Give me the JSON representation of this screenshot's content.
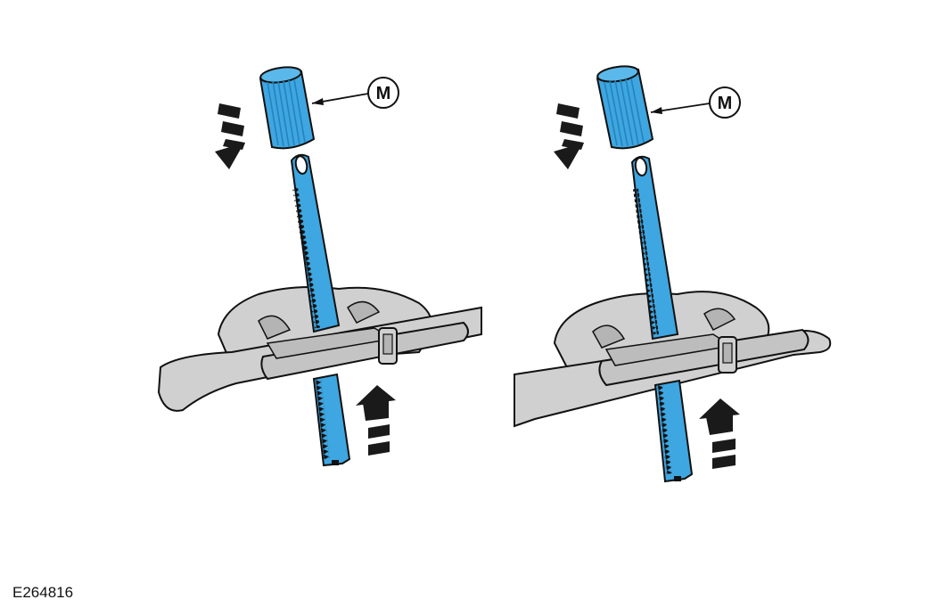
{
  "figure": {
    "reference_id": "E264816",
    "callout_letter": "M",
    "colors": {
      "tool": "#3ea6e0",
      "tool_dark": "#2583bb",
      "part_fill": "#d0d0d0",
      "part_shade": "#b4b4b4",
      "outline": "#111111",
      "arrow": "#1a1a1a"
    },
    "panels": [
      {
        "name": "left-panel",
        "callout": "M",
        "arrow_down": "down-arrow",
        "arrow_up": "up-arrow"
      },
      {
        "name": "right-panel",
        "callout": "M",
        "arrow_down": "down-arrow",
        "arrow_up": "up-arrow"
      }
    ]
  }
}
